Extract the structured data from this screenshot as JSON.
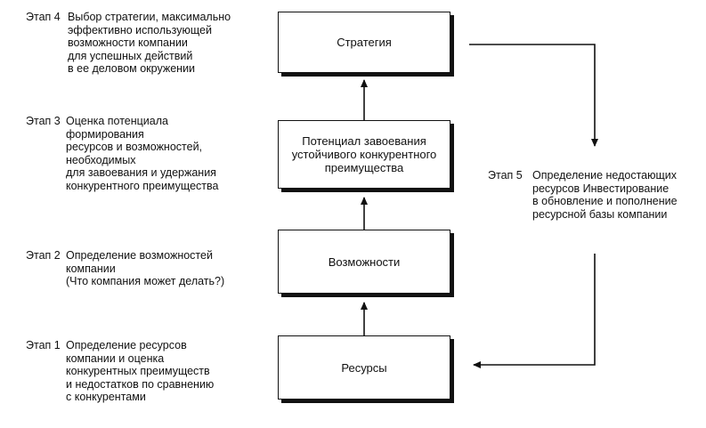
{
  "boxes": {
    "strategy": [
      "Стратегия"
    ],
    "potential": [
      "Потенциал завоевания",
      "устойчивого конкурентного",
      "преимущества"
    ],
    "capabilities": [
      "Возможности"
    ],
    "resources": [
      "Ресурсы"
    ]
  },
  "stages": {
    "s4": {
      "num": "Этап 4",
      "lines": [
        "Выбор стратегии, максимально",
        "эффективно использующей",
        "возможности  компании",
        "для успешных действий",
        "в ее деловом окружении"
      ]
    },
    "s3": {
      "num": "Этап 3",
      "lines": [
        "Оценка потенциала",
        "формирования",
        "ресурсов и возможностей,",
        "необходимых",
        "для завоевания и удержания",
        "конкурентного преимущества"
      ]
    },
    "s2": {
      "num": "Этап 2",
      "lines": [
        "Определение возможностей",
        "компании",
        "(Что компания может делать?)"
      ]
    },
    "s1": {
      "num": "Этап 1",
      "lines": [
        "Определение ресурсов",
        "компании и оценка",
        "конкурентных преимуществ",
        "и недостатков по сравнению",
        "с конкурентами"
      ]
    },
    "s5": {
      "num": "Этап 5",
      "lines": [
        "Определение недостающих",
        "ресурсов  Инвестирование",
        "в обновление и пополнение",
        "ресурсной базы компании"
      ]
    }
  }
}
